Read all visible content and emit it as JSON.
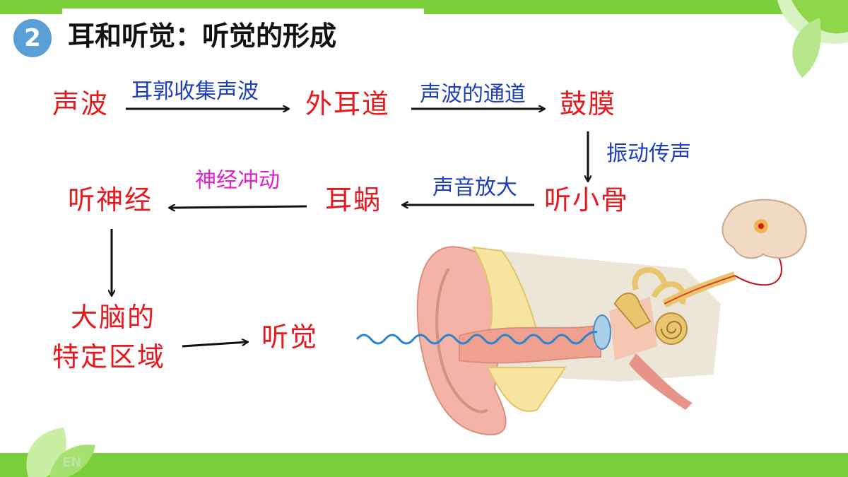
{
  "header": {
    "number": "2",
    "title": "耳和听觉：听觉的形成"
  },
  "nodes": {
    "sound_wave": "声波",
    "ear_canal": "外耳道",
    "eardrum": "鼓膜",
    "ossicles": "听小骨",
    "cochlea": "耳蜗",
    "auditory_nerve": "听神经",
    "brain_area_line1": "大脑的",
    "brain_area_line2": "特定区域",
    "hearing": "听觉"
  },
  "arrow_labels": {
    "pinna_collects": "耳郭收集声波",
    "sound_channel": "声波的通道",
    "vibration": "振动传声",
    "amplify": "声音放大",
    "nerve_impulse": "神经冲动"
  },
  "footer": {
    "watermark": "EN"
  },
  "colors": {
    "accent_green": "#7bcf3a",
    "node_red": "#e6191f",
    "label_blue": "#1d3fb9",
    "label_magenta": "#e020d0",
    "badge_blue": "#5a9fd6"
  }
}
